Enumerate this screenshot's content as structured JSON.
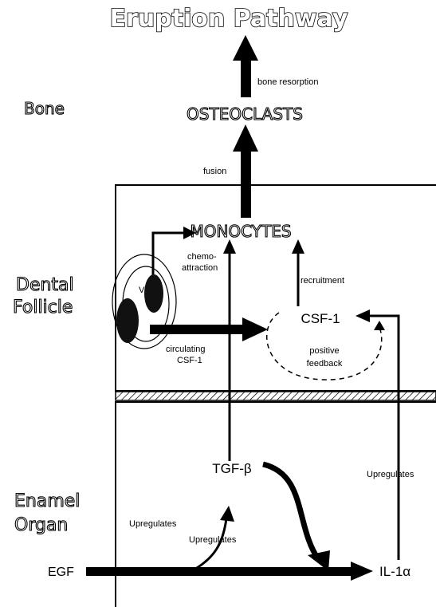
{
  "title": "Eruption Pathway",
  "regions": {
    "bone": "Bone",
    "dental_follicle": [
      "Dental",
      "Follicle"
    ],
    "enamel_organ": [
      "Enamel",
      "Organ"
    ]
  },
  "nodes": {
    "osteoclasts": "OSTEOCLASTS",
    "monocytes": "MONOCYTES",
    "csf1": "CSF-1",
    "tgfb": "TGF-β",
    "egf": "EGF",
    "il1a": "IL-1α",
    "vessel": "V"
  },
  "edge_labels": {
    "bone_resorption": "bone resorption",
    "fusion": "fusion",
    "chemoattraction": [
      "chemo-",
      "attraction"
    ],
    "recruitment": "recruitment",
    "circulating_csf1": [
      "circulating",
      "CSF-1"
    ],
    "positive_feedback": [
      "positive",
      "feedback"
    ],
    "upregulates_left": "Upregulates",
    "upregulates_mid": "Upregulates",
    "upregulates_right": "Upregulates"
  }
}
